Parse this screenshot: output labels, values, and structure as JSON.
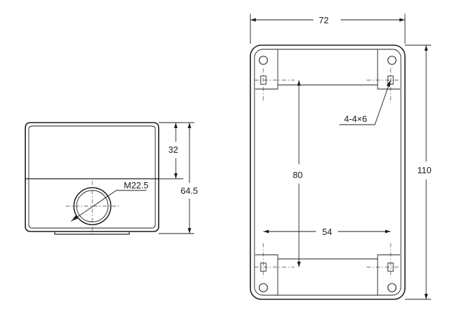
{
  "front_view": {
    "dim_upper_height": "32",
    "dim_total_height": "64.5",
    "thread_label": "M22.5"
  },
  "top_view": {
    "dim_width": "72",
    "dim_height": "110",
    "dim_hole_pitch_vertical": "80",
    "dim_hole_pitch_horizontal": "54",
    "mounting_holes_label": "4-4×6"
  },
  "colors": {
    "line": "#1a1a1a",
    "background": "#ffffff"
  }
}
